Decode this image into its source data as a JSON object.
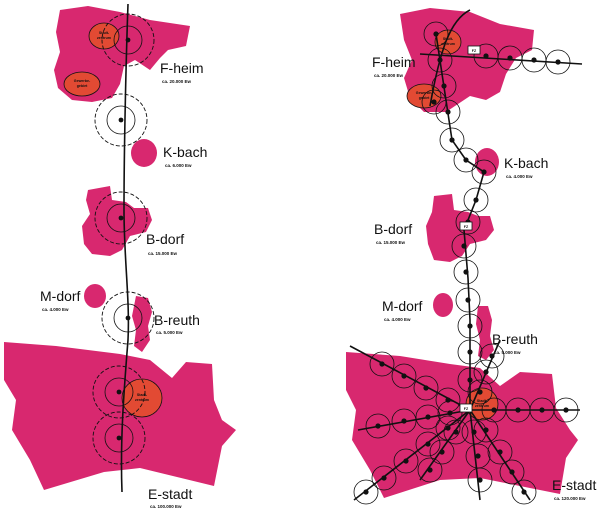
{
  "left_panel": {
    "towns": {
      "fheim": {
        "name": "F-heim",
        "pop": "ca. 20.000 Ew"
      },
      "kbach": {
        "name": "K-bach",
        "pop": "ca. 6.000 Ew"
      },
      "bdorf": {
        "name": "B-dorf",
        "pop": "ca. 15.000 Ew"
      },
      "mdorf": {
        "name": "M-dorf",
        "pop": "ca. 4.000 Ew"
      },
      "breuth": {
        "name": "B-reuth",
        "pop": "ca. 5.000 Ew"
      },
      "estadt": {
        "name": "E-stadt",
        "pop": "ca. 100.000 Ew"
      }
    },
    "zones": {
      "stadtzentrum_line1": "Stadt-",
      "stadtzentrum_line2": "zentrum",
      "gewerbe_line1": "Gewerbe-",
      "gewerbe_line2": "gebiet"
    }
  },
  "right_panel": {
    "towns": {
      "fheim": {
        "name": "F-heim",
        "pop": "ca. 20.000 Ew"
      },
      "kbach": {
        "name": "K-bach",
        "pop": "ca. 4.000 Ew"
      },
      "bdorf": {
        "name": "B-dorf",
        "pop": "ca. 15.000 Ew"
      },
      "mdorf": {
        "name": "M-dorf",
        "pop": "ca. 4.000 Ew"
      },
      "breuth": {
        "name": "B-reuth",
        "pop": "ca. 5.000 Ew"
      },
      "estadt": {
        "name": "E-stadt",
        "pop": "ca. 120.000 Ew"
      }
    },
    "zones": {
      "stadtzentrum_line1": "Stadt-",
      "stadtzentrum_line2": "zentrum",
      "gewerbe_line1": "Gewerbe-",
      "gewerbe_line2": "gebiet",
      "station_tag": "FZ"
    }
  }
}
